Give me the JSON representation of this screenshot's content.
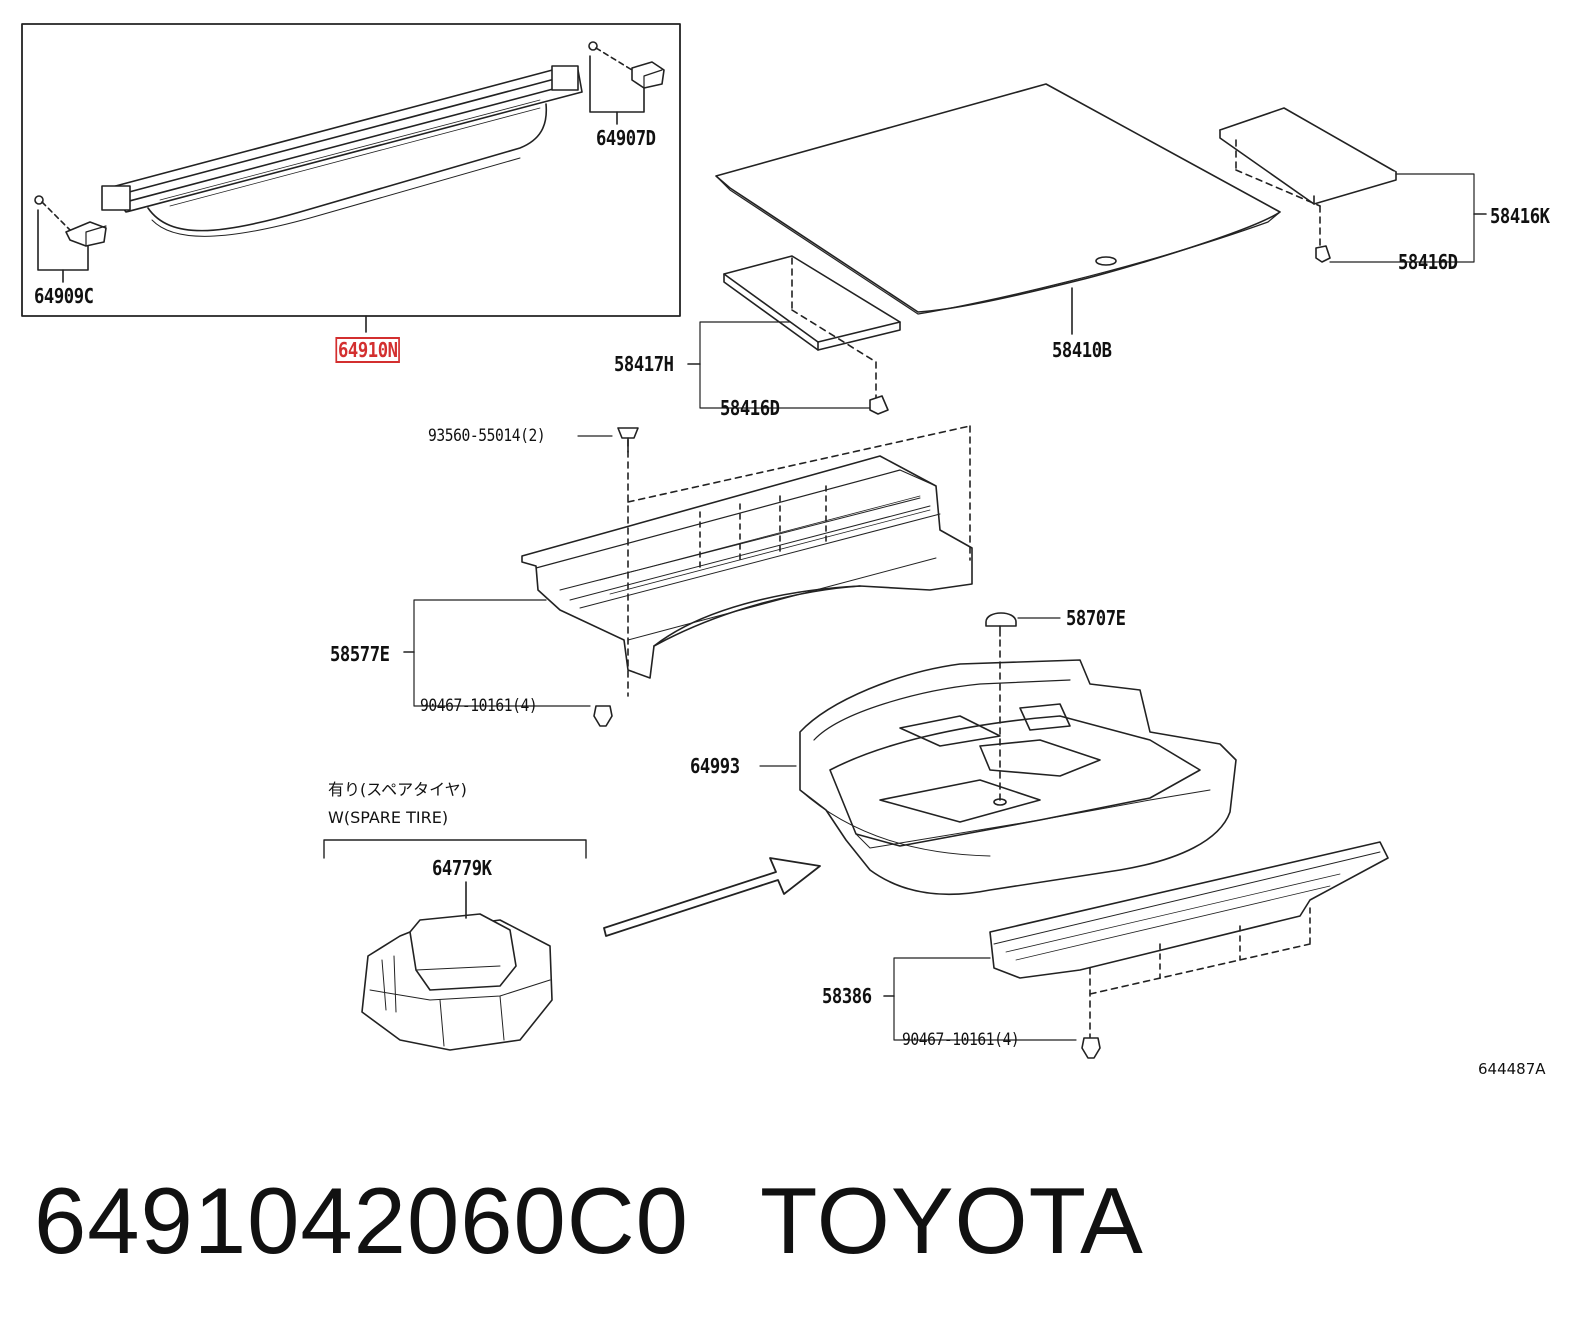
{
  "labels": {
    "p64910N": "64910N",
    "p64907D": "64907D",
    "p64909C": "64909C",
    "p58416K": "58416K",
    "p58416D_right": "58416D",
    "p58417H": "58417H",
    "p58416D_mid": "58416D",
    "p58410B": "58410B",
    "p93560": "93560-55014(2)",
    "p58577E": "58577E",
    "p90467_a": "90467-10161(4)",
    "p58707E": "58707E",
    "p64993": "64993",
    "p64779K": "64779K",
    "p58386": "58386",
    "p90467_b": "90467-10161(4)"
  },
  "notes": {
    "jp": "有り(スペアタイヤ)",
    "en": "W(SPARE TIRE)",
    "diagram_id": "644487A"
  },
  "footer": {
    "part_number": "6491042060C0",
    "brand": "TOYOTA"
  },
  "highlight_color": "#d32f2f"
}
